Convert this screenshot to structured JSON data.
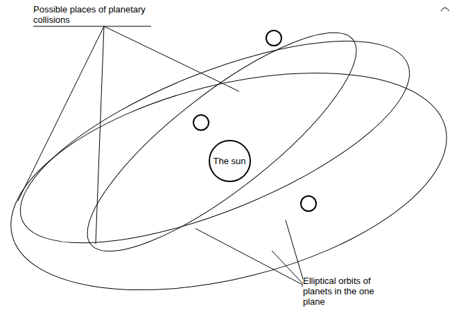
{
  "diagram": {
    "nodes": [
      {
        "text": [
          "The sun"
        ]
      }
    ],
    "labels": [
      "Possible places of planetary collisions",
      "Elliptical orbits of planets in the one plane"
    ]
  }
}
